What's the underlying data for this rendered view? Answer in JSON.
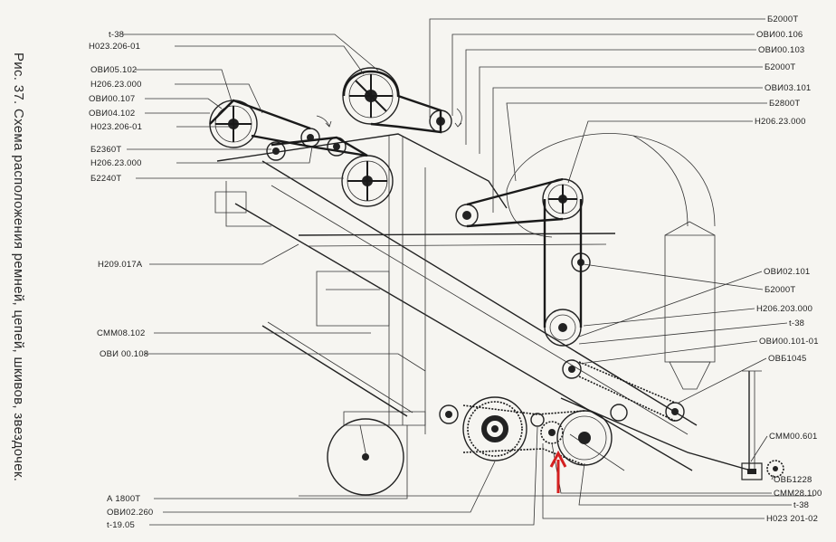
{
  "caption": "Рис. 37. Схема расположения ремней, цепей, шкивов, звездочек.",
  "labels_left": [
    "t-38",
    "Н023.206-01",
    "ОВИ05.102",
    "Н206.23.000",
    "ОВИ00.107",
    "ОВИ04.102",
    "Н023.206-01",
    "Б2360Т",
    "Н206.23.000",
    "Б2240Т",
    "Н209.017А",
    "СММ08.102",
    "ОВИ 00.108",
    "А 1800Т",
    "ОВИ02.260",
    "t-19.05"
  ],
  "labels_right": [
    "Б2000Т",
    "ОВИ00.106",
    "ОВИ00.103",
    "Б2000Т",
    "ОВИ03.101",
    "Б2800Т",
    "Н206.23.000",
    "ОВИ02.101",
    "Б2000Т",
    "Н206.203.000",
    "t-38",
    "ОВИ00.101-01",
    "ОВБ1045",
    "СММ00.601",
    "ОВБ1228",
    "СММ28.100",
    "t-38",
    "Н023 201-02"
  ],
  "colors": {
    "ink": "#1e1e1e",
    "paper": "#f6f5f1",
    "marker": "#d42020"
  },
  "marker_icon": "red-arrow-up"
}
